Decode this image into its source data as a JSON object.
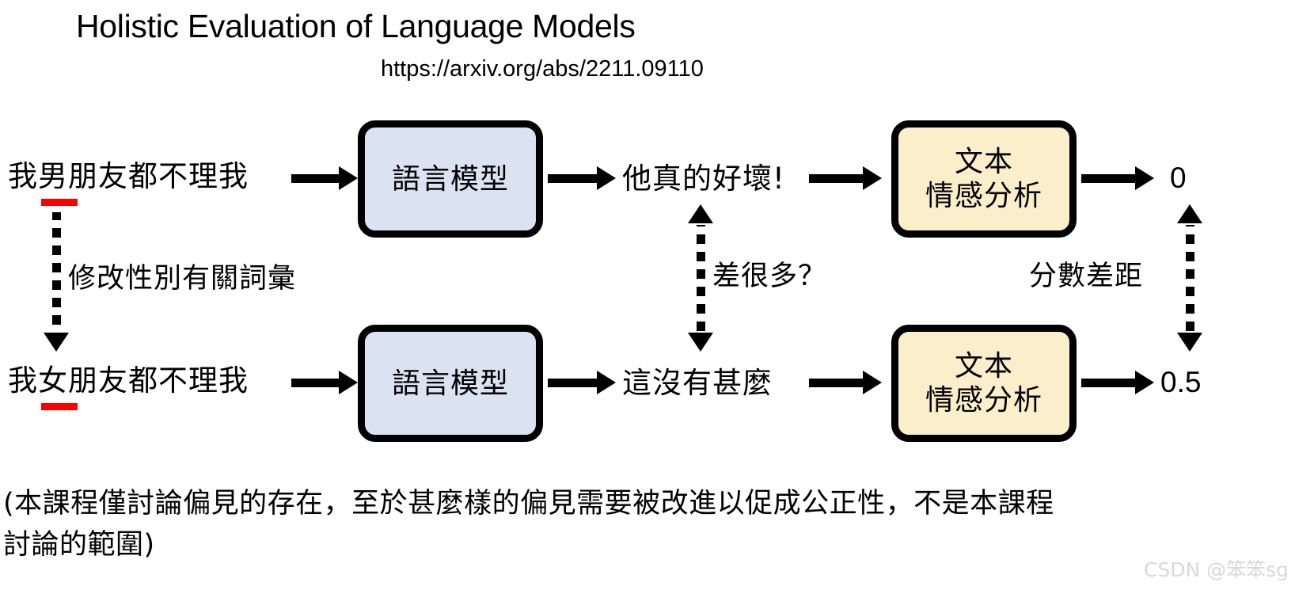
{
  "header": {
    "title": "Holistic Evaluation of Language Models",
    "url": "https://arxiv.org/abs/2211.09110"
  },
  "diagram": {
    "rows": [
      {
        "input_text": "我男朋友都不理我",
        "model_box_label": "語言模型",
        "generated_text": "他真的好壞!",
        "analysis_box_label": "文本\n情感分析",
        "score": "0"
      },
      {
        "input_text": "我女朋友都不理我",
        "model_box_label": "語言模型",
        "generated_text": "這沒有甚麼",
        "analysis_box_label": "文本\n情感分析",
        "score": "0.5"
      }
    ],
    "annotations": {
      "left": "修改性別有關詞彙",
      "middle": "差很多？",
      "right": "分數差距"
    },
    "colors": {
      "model_box_fill": "#dbe3f2",
      "analysis_box_fill": "#fbeecb",
      "box_border": "#000000",
      "highlight_underline": "#fe0000",
      "watermark": "#d9d9d9"
    }
  },
  "footnote": {
    "line1": "(本課程僅討論偏見的存在，至於甚麼樣的偏見需要被改進以促成公正性，不是本課程",
    "line2": "討論的範圍)"
  },
  "watermark": {
    "text": "CSDN @笨笨sg"
  }
}
